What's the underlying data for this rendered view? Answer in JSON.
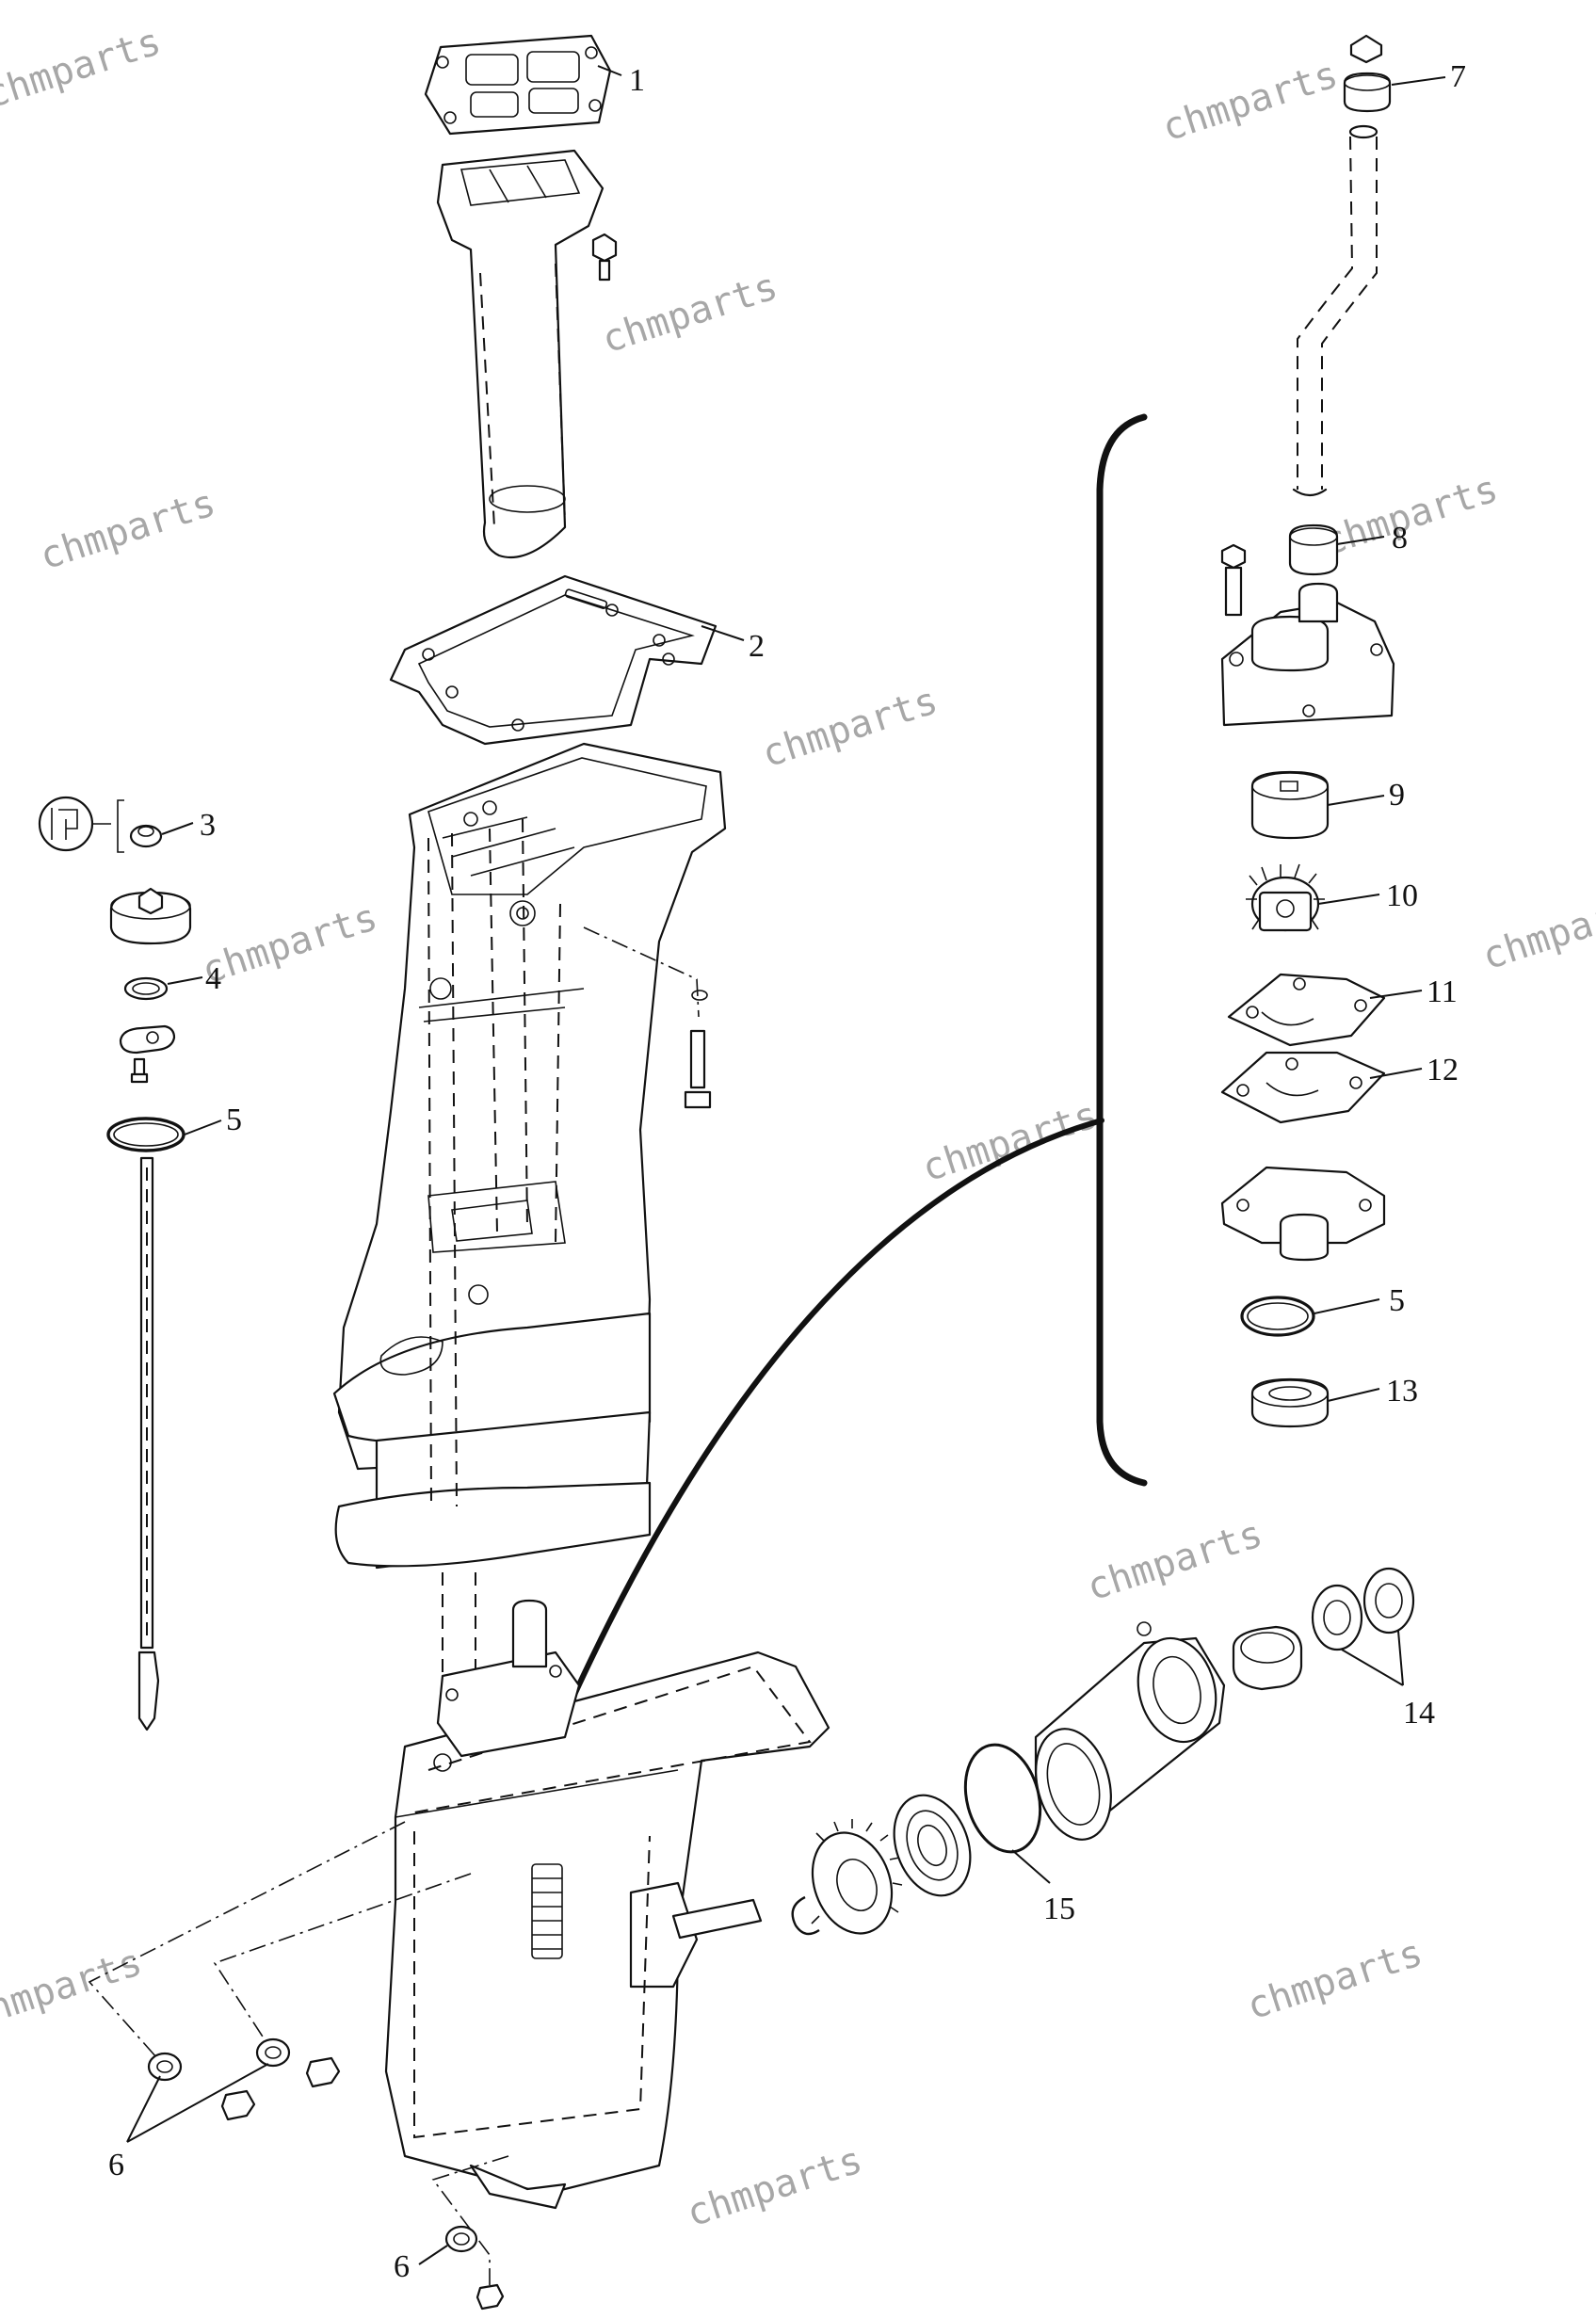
{
  "callouts": [
    {
      "label": "1"
    },
    {
      "label": "2"
    },
    {
      "label": "3"
    },
    {
      "label": "4"
    },
    {
      "label": "5"
    },
    {
      "label": "5"
    },
    {
      "label": "6"
    },
    {
      "label": "6"
    },
    {
      "label": "7"
    },
    {
      "label": "8"
    },
    {
      "label": "9"
    },
    {
      "label": "10"
    },
    {
      "label": "11"
    },
    {
      "label": "12"
    },
    {
      "label": "13"
    },
    {
      "label": "14"
    },
    {
      "label": "15"
    }
  ],
  "watermark": "chmparts",
  "colors": {
    "ink": "#111111",
    "watermark": "#8a8a8a",
    "background": "#ffffff"
  }
}
